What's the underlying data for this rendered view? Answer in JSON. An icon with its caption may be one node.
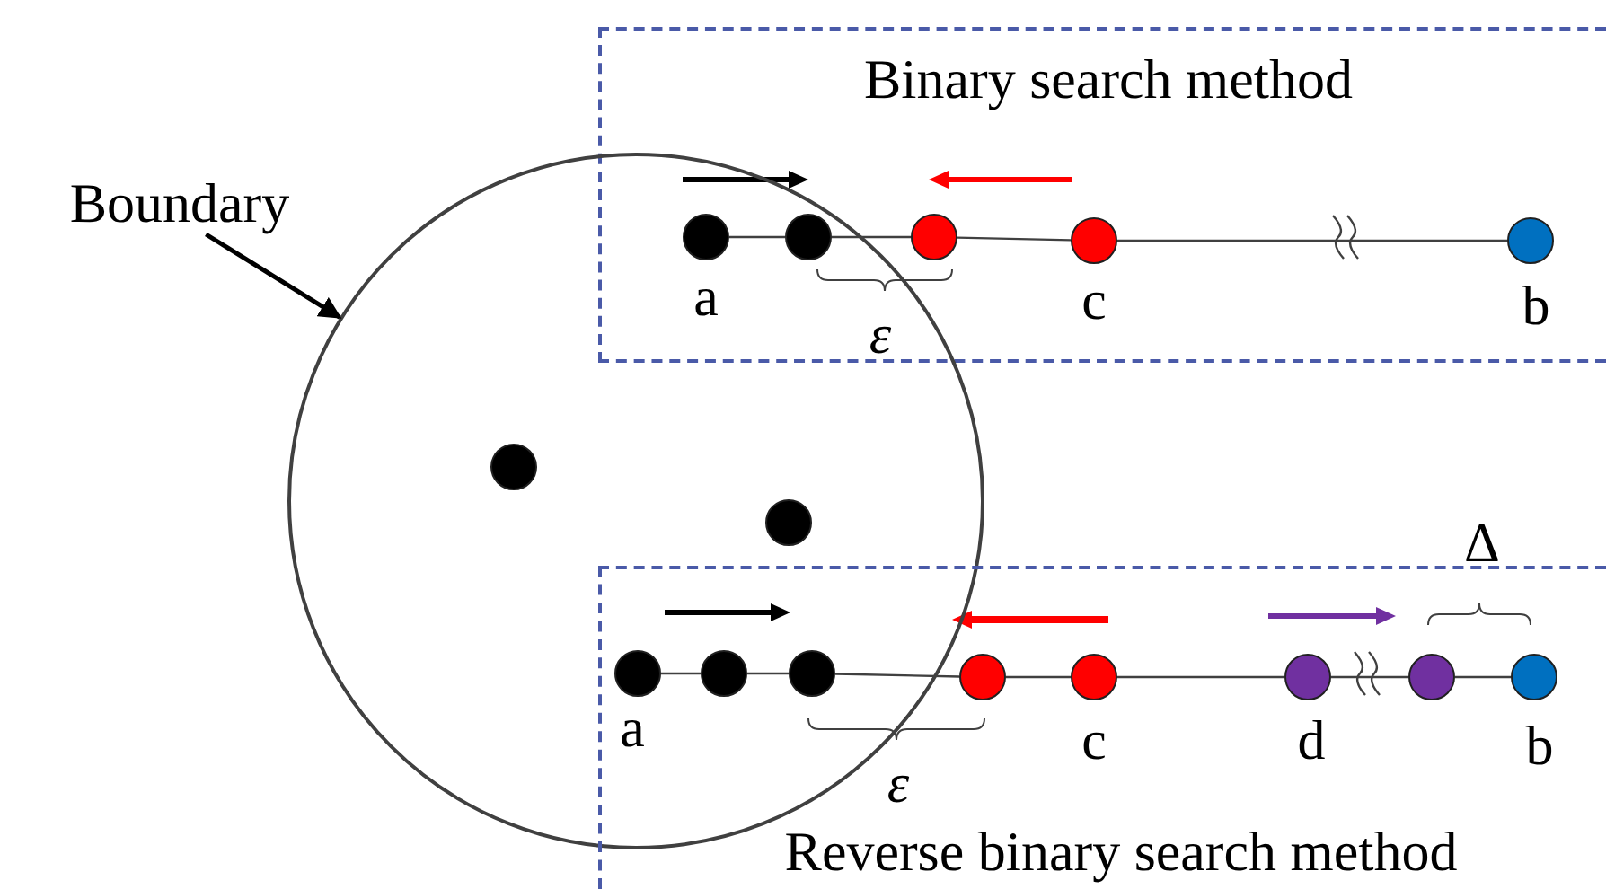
{
  "diagram": {
    "nodes": [
      {
        "text": [
          "Binary search method"
        ]
      },
      {
        "text": [
          "Boundary"
        ]
      },
      {
        "text": [],
        "shape": "circle"
      },
      {
        "text": [],
        "shape": "circle",
        "beside": [
          "a"
        ]
      },
      {
        "text": [],
        "shape": "circle"
      },
      {
        "text": [],
        "shape": "circle"
      },
      {
        "text": [],
        "shape": "circle",
        "in": 0,
        "beside": [
          "c"
        ]
      },
      {
        "text": [],
        "shape": "circle",
        "in": 0,
        "beside": [
          "b"
        ]
      },
      {
        "text": [],
        "shape": "circle",
        "in": 2
      },
      {
        "text": [],
        "shape": "circle",
        "in": 2
      },
      {
        "text": [
          "Reverse binary search method"
        ]
      },
      {
        "text": [],
        "shape": "circle",
        "beside": [
          "a"
        ]
      },
      {
        "text": [],
        "shape": "circle"
      },
      {
        "text": [],
        "shape": "circle"
      },
      {
        "text": [],
        "shape": "circle",
        "in": 10
      },
      {
        "text": [],
        "shape": "circle",
        "in": 10,
        "beside": [
          "c"
        ]
      },
      {
        "text": [],
        "shape": "circle",
        "in": 10,
        "beside": [
          "d"
        ]
      },
      {
        "text": [],
        "shape": "circle",
        "in": 10
      },
      {
        "text": [],
        "shape": "circle",
        "in": 10,
        "beside": [
          "b"
        ]
      }
    ],
    "edges": [
      {
        "from": 1,
        "to": 2,
        "arrow": "to"
      },
      {
        "from": 3,
        "to": 4,
        "arrow": "none"
      },
      {
        "from": 4,
        "to": 5,
        "arrow": "none"
      },
      {
        "from": 5,
        "to": 6,
        "arrow": "none"
      },
      {
        "from": 6,
        "to": 7,
        "arrow": "none"
      },
      {
        "from": 11,
        "to": 12,
        "arrow": "none"
      },
      {
        "from": 12,
        "to": 13,
        "arrow": "none"
      },
      {
        "from": 13,
        "to": 14,
        "arrow": "none"
      },
      {
        "from": 14,
        "to": 15,
        "arrow": "none"
      },
      {
        "from": 15,
        "to": 16,
        "arrow": "none"
      },
      {
        "from": 16,
        "to": 17,
        "arrow": "none"
      },
      {
        "from": 17,
        "to": 18,
        "arrow": "none"
      }
    ],
    "labels": [
      "ε",
      "Δ",
      "ε"
    ]
  }
}
